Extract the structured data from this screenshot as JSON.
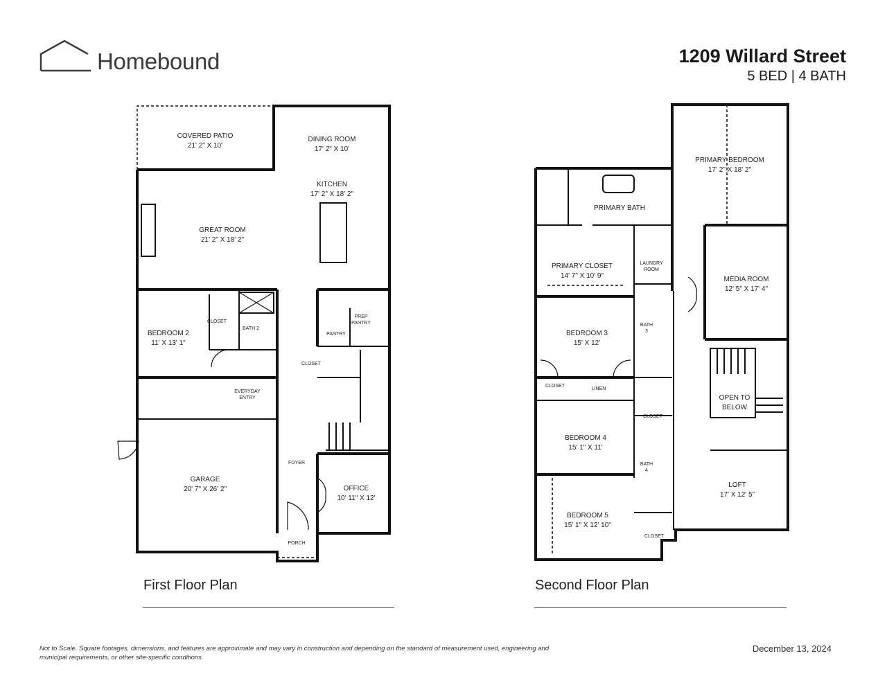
{
  "header": {
    "brand": "Homebound",
    "logo_icon": "house-roof-icon",
    "address": "1209 Willard Street",
    "beds_baths": "5 BED | 4 BATH"
  },
  "first_floor": {
    "title": "First Floor Plan",
    "rooms": [
      {
        "name": "COVERED PATIO",
        "dims": "21' 2\" X 10'"
      },
      {
        "name": "DINING ROOM",
        "dims": "17' 2\" X 10'"
      },
      {
        "name": "KITCHEN",
        "dims": "17' 2\" X 18' 2\""
      },
      {
        "name": "GREAT ROOM",
        "dims": "21' 2\" X 18' 2\""
      },
      {
        "name": "BEDROOM 2",
        "dims": "11' X 13' 1\""
      },
      {
        "name": "GARAGE",
        "dims": "20' 7\" X 26' 2\""
      },
      {
        "name": "OFFICE",
        "dims": "10' 11\" X 12'"
      }
    ],
    "small_labels": [
      "CLOSET",
      "BATH 2",
      "PANTRY",
      "PREP",
      "PANTRY",
      "CLOSET",
      "EVERYDAY",
      "ENTRY",
      "FOYER",
      "PORCH"
    ]
  },
  "second_floor": {
    "title": "Second Floor Plan",
    "rooms": [
      {
        "name": "PRIMARY BEDROOM",
        "dims": "17' 2\" X 18' 2\""
      },
      {
        "name": "PRIMARY CLOSET",
        "dims": "14' 7\" X 10' 9\""
      },
      {
        "name": "MEDIA ROOM",
        "dims": "12' 5\" X 17' 4\""
      },
      {
        "name": "BEDROOM 3",
        "dims": "15' X 12'"
      },
      {
        "name": "BEDROOM 4",
        "dims": "15' 1\" X 11'"
      },
      {
        "name": "BEDROOM 5",
        "dims": "15' 1\" X 12' 10\""
      },
      {
        "name": "LOFT",
        "dims": "17' X 12' 5\""
      }
    ],
    "small_labels": [
      "PRIMARY BATH",
      "LAUNDRY",
      "ROOM",
      "BATH",
      "3",
      "CLOSET",
      "LINEN",
      "CLOSET",
      "BATH",
      "4",
      "CLOSET",
      "OPEN TO",
      "BELOW"
    ]
  },
  "footer": {
    "disclaimer": "Not to Scale. Square footages, dimensions, and features are approximate and may vary in construction and depending on the standard of measurement used, engineering and municipal requirements, or other site-specific conditions.",
    "date": "December 13, 2024"
  }
}
